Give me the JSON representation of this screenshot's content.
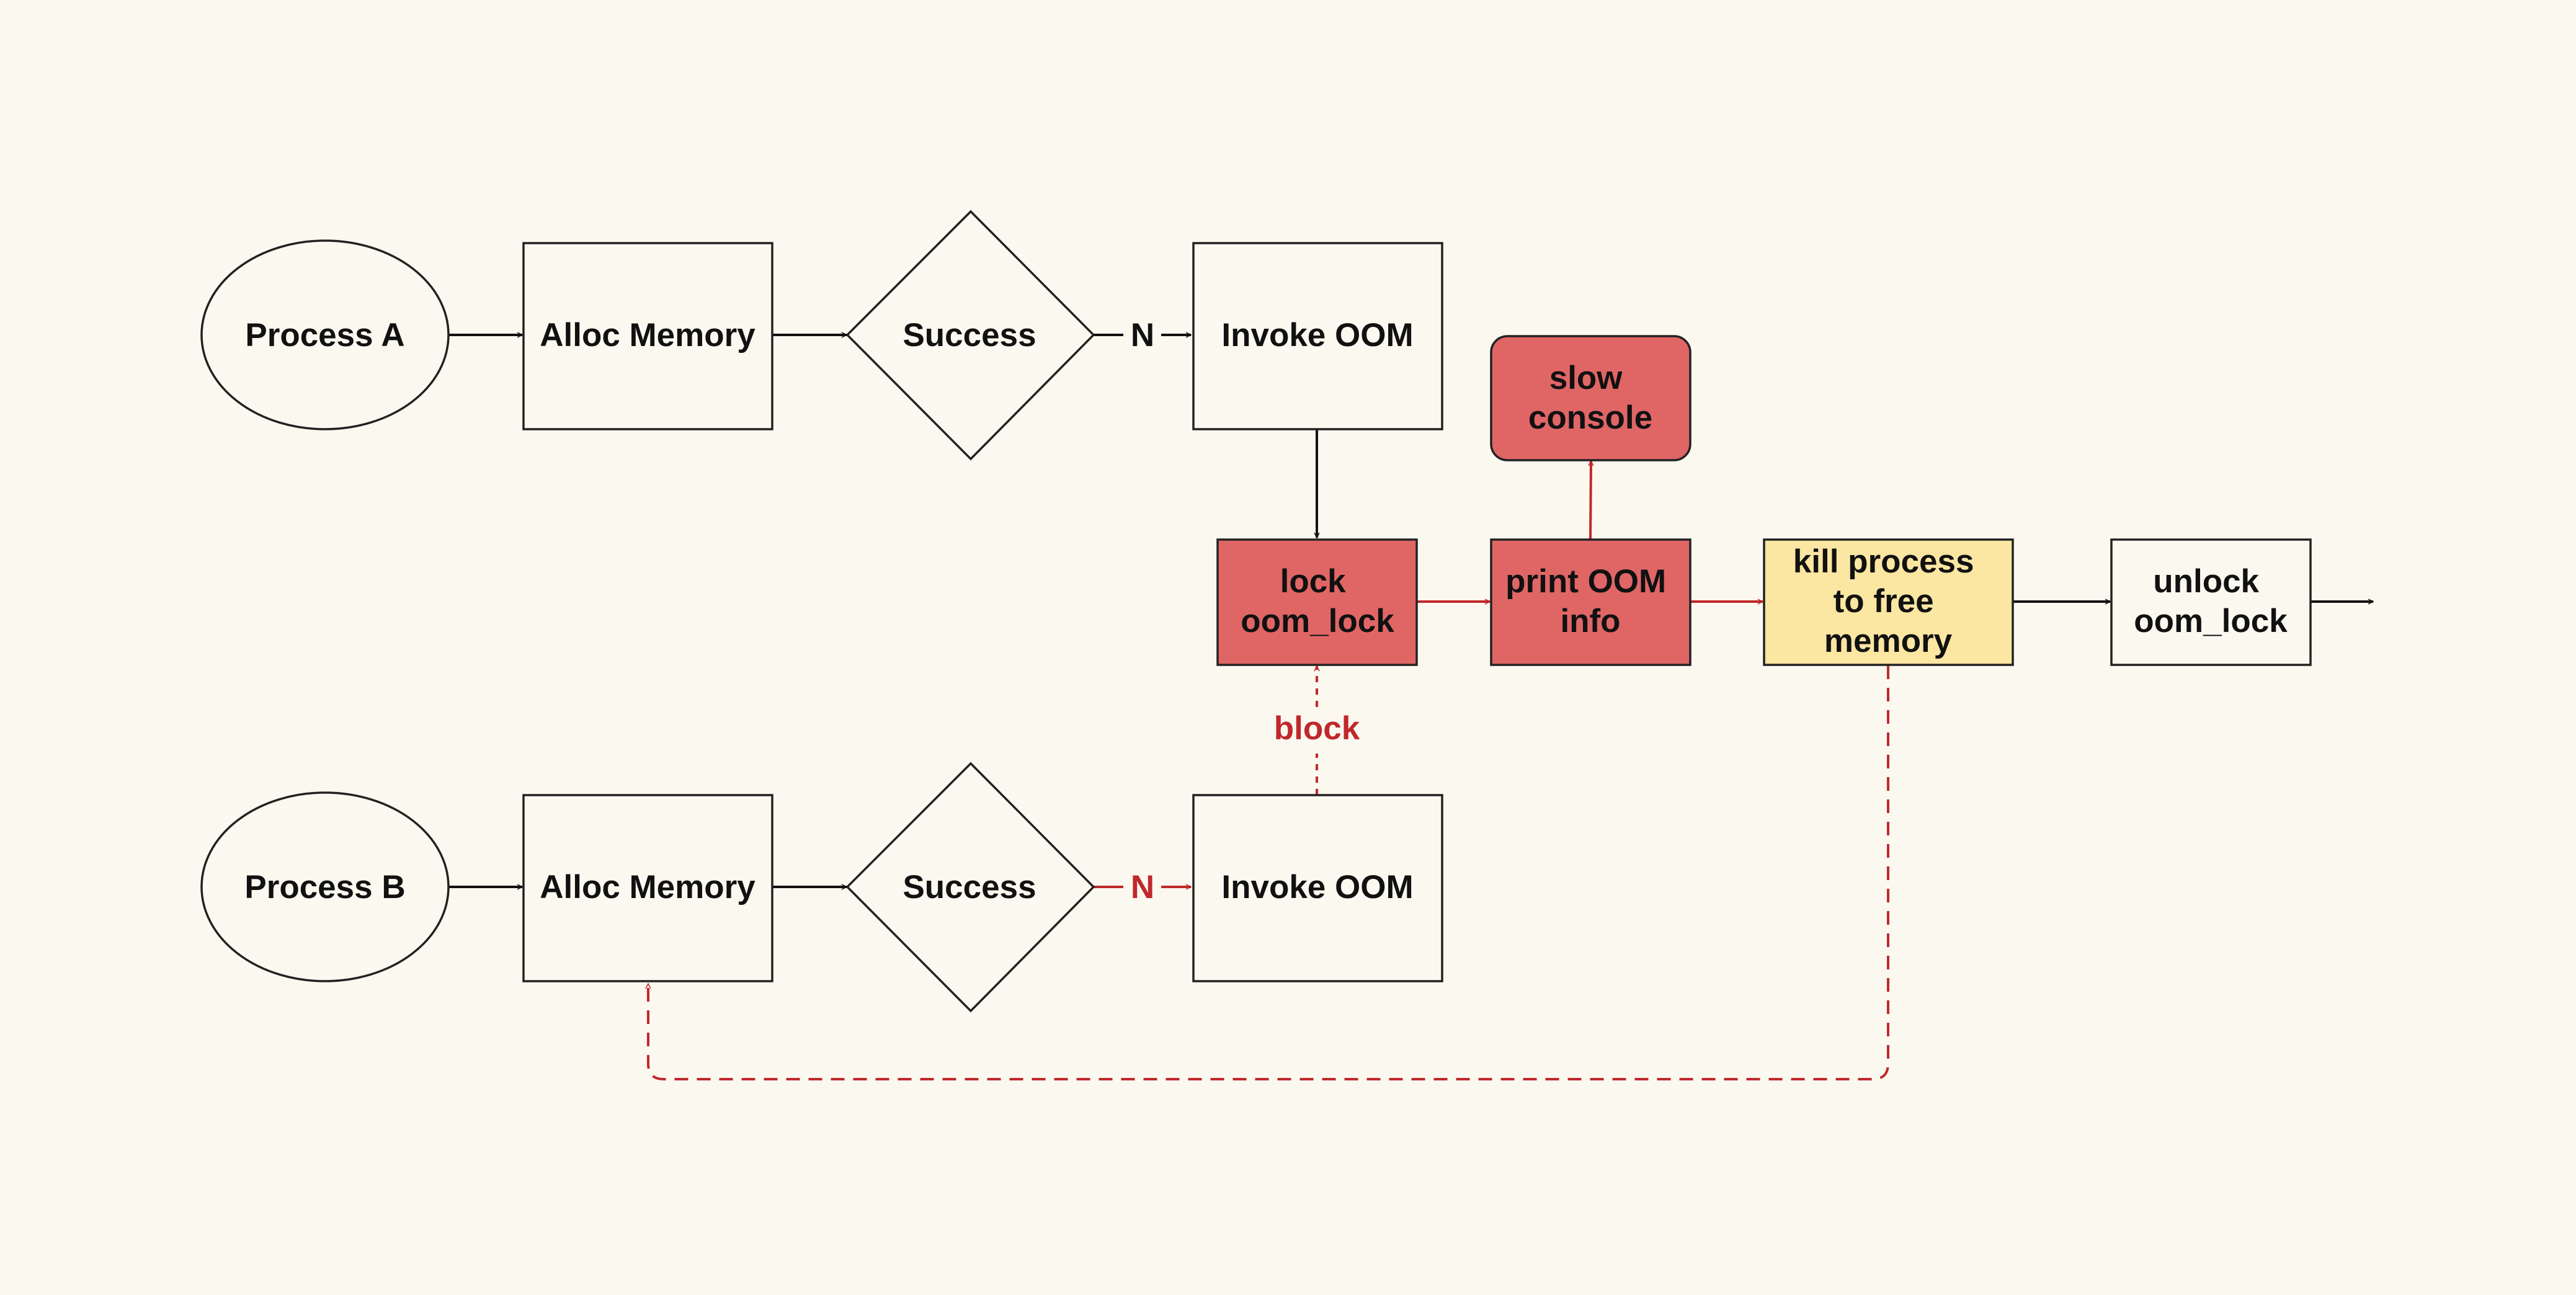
{
  "colors": {
    "background": "#fbf8ef",
    "node_white": "#fbf8ef",
    "node_red": "#e06666",
    "node_yellow": "#fbe6a2",
    "edge_black": "#111111",
    "edge_red": "#c0282b"
  },
  "nodes": {
    "process_a": "Process A",
    "alloc_a": "Alloc Memory",
    "success_a": "Success",
    "invoke_a": "Invoke OOM",
    "process_b": "Process B",
    "alloc_b": "Alloc Memory",
    "success_b": "Success",
    "invoke_b": "Invoke OOM",
    "lock": [
      "lock",
      "oom_lock"
    ],
    "print": [
      "print OOM",
      "info"
    ],
    "slow": [
      "slow",
      "console"
    ],
    "kill": [
      "kill process",
      "to free",
      "memory"
    ],
    "unlock": [
      "unlock",
      "oom_lock"
    ]
  },
  "edge_labels": {
    "n_a": "N",
    "n_b": "N",
    "block": "block"
  }
}
